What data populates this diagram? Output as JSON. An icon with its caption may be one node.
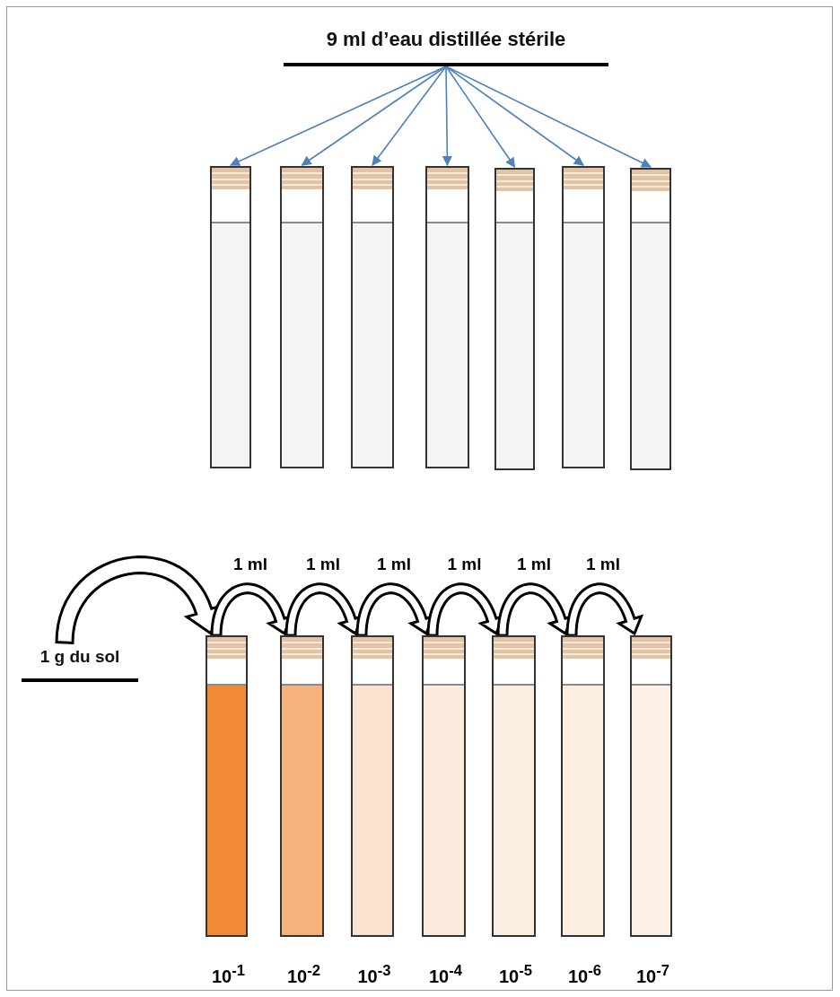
{
  "diagram": {
    "nodes": [
      {
        "text": [
          "9 ml d’eau distillée stérile"
        ]
      },
      {
        "text": [],
        "shape": "tube"
      },
      {
        "text": [],
        "shape": "tube"
      },
      {
        "text": [],
        "shape": "tube"
      },
      {
        "text": [],
        "shape": "tube"
      },
      {
        "text": [],
        "shape": "tube"
      },
      {
        "text": [],
        "shape": "tube"
      },
      {
        "text": [],
        "shape": "tube"
      },
      {
        "text": [
          "1 g du sol"
        ]
      },
      {
        "text": [],
        "shape": "tube",
        "beside": [
          "10$^{-1}$"
        ]
      },
      {
        "text": [],
        "shape": "tube",
        "beside": [
          "10$^{-2}$"
        ]
      },
      {
        "text": [],
        "shape": "tube",
        "beside": [
          "10$^{-3}$"
        ]
      },
      {
        "text": [],
        "shape": "tube",
        "beside": [
          "10$^{-4}$"
        ]
      },
      {
        "text": [],
        "shape": "tube",
        "beside": [
          "10$^{-5}$"
        ]
      },
      {
        "text": [],
        "shape": "tube",
        "beside": [
          "10$^{-6}$"
        ]
      },
      {
        "text": [],
        "shape": "tube",
        "beside": [
          "10$^{-7}$"
        ]
      }
    ],
    "edges": [
      {
        "from": 0,
        "to": 1,
        "arrow": "to",
        "color": "#4f81bd"
      },
      {
        "from": 0,
        "to": 2,
        "arrow": "to",
        "color": "#4f81bd"
      },
      {
        "from": 0,
        "to": 3,
        "arrow": "to",
        "color": "#4f81bd"
      },
      {
        "from": 0,
        "to": 4,
        "arrow": "to",
        "color": "#4f81bd"
      },
      {
        "from": 0,
        "to": 5,
        "arrow": "to",
        "color": "#4f81bd"
      },
      {
        "from": 0,
        "to": 6,
        "arrow": "to",
        "color": "#4f81bd"
      },
      {
        "from": 0,
        "to": 7,
        "arrow": "to",
        "color": "#4f81bd"
      },
      {
        "from": 8,
        "to": 9,
        "arrow": "to",
        "style": "thick"
      },
      {
        "from": 9,
        "to": 10,
        "arrow": "to",
        "style": "thick",
        "label": "1 ml"
      },
      {
        "from": 10,
        "to": 11,
        "arrow": "to",
        "style": "thick",
        "label": "1 ml"
      },
      {
        "from": 11,
        "to": 12,
        "arrow": "to",
        "style": "thick",
        "label": "1 ml"
      },
      {
        "from": 12,
        "to": 13,
        "arrow": "to",
        "style": "thick",
        "label": "1 ml"
      },
      {
        "from": 13,
        "to": 14,
        "arrow": "to",
        "style": "thick",
        "label": "1 ml"
      },
      {
        "from": 14,
        "to": 15,
        "arrow": "to",
        "style": "thick",
        "label": "1 ml"
      }
    ]
  }
}
